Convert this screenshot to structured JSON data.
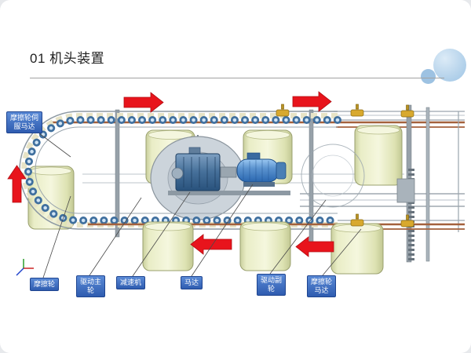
{
  "page": {
    "title": "01 机头装置"
  },
  "colors": {
    "label_bg_top": "#5a8ad6",
    "label_bg_bottom": "#2f5cb0",
    "label_border": "#1e4490",
    "arrow_red": "#e8141c",
    "cylinder_fill": "#edf0cd",
    "chain_blue": "#3f6f9e",
    "copper_pipe": "#a4613c",
    "decor_circle_blue": "#b9d5ec"
  },
  "labels": {
    "servo_motor": "摩擦轮伺\n服马达",
    "friction_wheel": "摩擦轮",
    "drive_main_wheel": "驱动主\n轮",
    "reducer": "减速机",
    "motor": "马达",
    "drive_sub_wheel": "驱动副\n轮",
    "friction_wheel_motor": "摩擦轮\n马达"
  },
  "arrows": [
    {
      "position": "top-left",
      "direction": "right"
    },
    {
      "position": "top-right",
      "direction": "right"
    },
    {
      "position": "left-side",
      "direction": "up"
    },
    {
      "position": "bottom-center",
      "direction": "left"
    },
    {
      "position": "bottom-right",
      "direction": "left"
    }
  ]
}
